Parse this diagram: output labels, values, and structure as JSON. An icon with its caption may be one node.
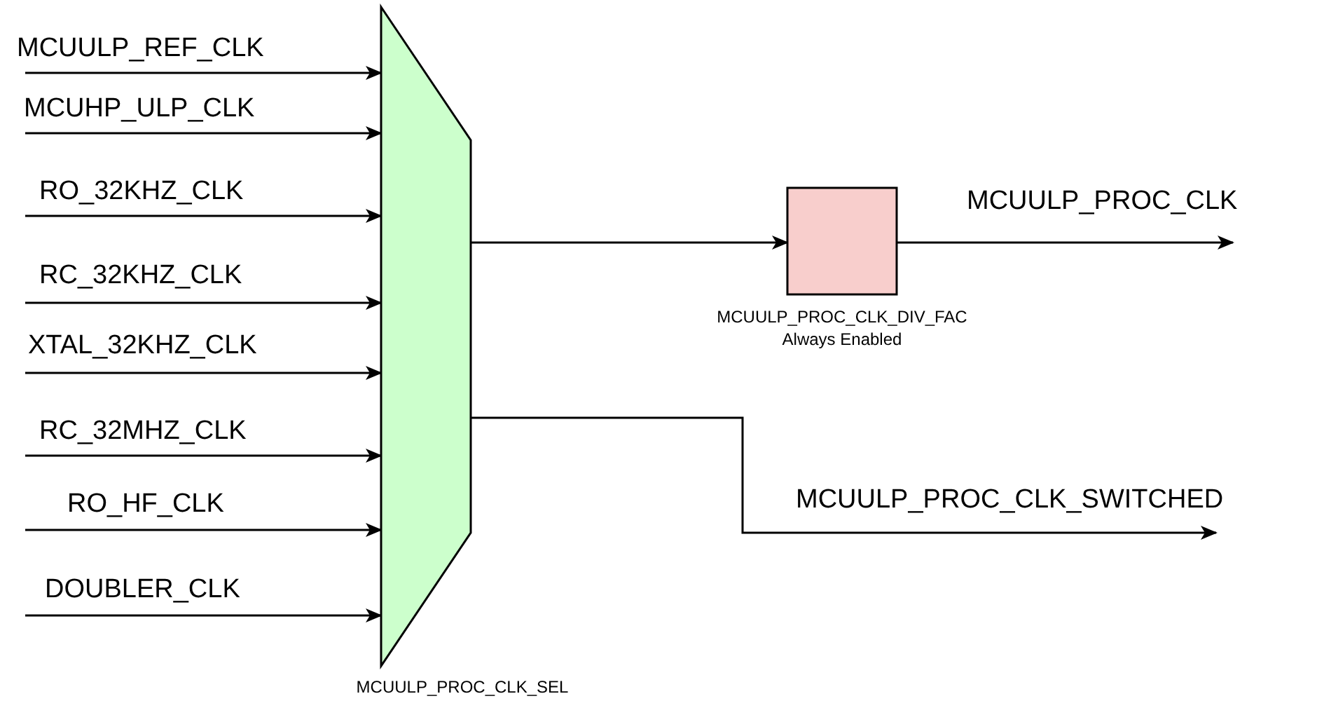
{
  "diagram": {
    "nodes": [
      {
        "text": [
          "MCUULP_PROC_CLK_SEL"
        ]
      },
      {
        "text": [
          "MCUULP_PROC_CLK_DIV_FAC",
          "Always Enabled"
        ]
      }
    ],
    "edges": [
      {
        "from": null,
        "to": 0,
        "arrow": "to",
        "label": "MCUULP_REF_CLK"
      },
      {
        "from": null,
        "to": 0,
        "arrow": "to",
        "label": "MCUHP_ULP_CLK"
      },
      {
        "from": null,
        "to": 0,
        "arrow": "to",
        "label": "RO_32KHZ_CLK"
      },
      {
        "from": null,
        "to": 0,
        "arrow": "to",
        "label": "RC_32KHZ_CLK"
      },
      {
        "from": null,
        "to": 0,
        "arrow": "to",
        "label": "XTAL_32KHZ_CLK"
      },
      {
        "from": null,
        "to": 0,
        "arrow": "to",
        "label": "RC_32MHZ_CLK"
      },
      {
        "from": null,
        "to": 0,
        "arrow": "to",
        "label": "RO_HF_CLK"
      },
      {
        "from": null,
        "to": 0,
        "arrow": "to",
        "label": "DOUBLER_CLK"
      },
      {
        "from": 0,
        "to": 1,
        "arrow": "to"
      },
      {
        "from": 1,
        "to": null,
        "arrow": "to",
        "label": "MCUULP_PROC_CLK"
      },
      {
        "from": 0,
        "to": null,
        "arrow": "to",
        "label": "MCUULP_PROC_CLK_SWITCHED"
      }
    ]
  }
}
